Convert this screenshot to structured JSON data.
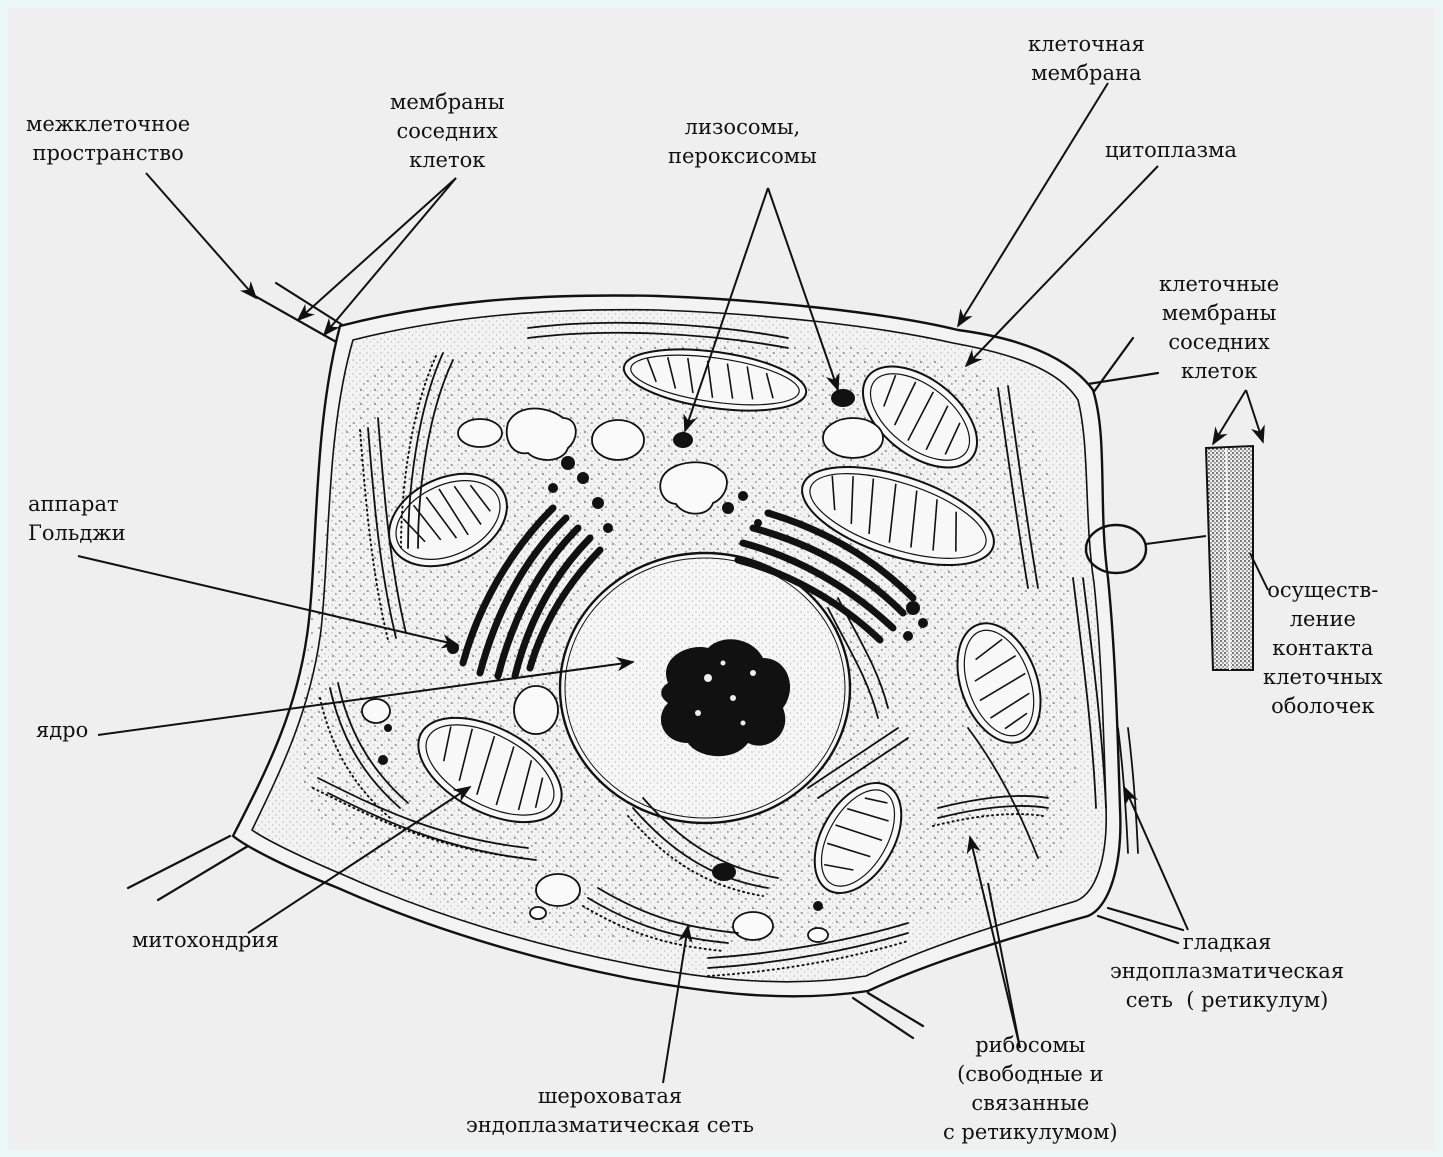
{
  "labels": {
    "intercellular_space": "межклеточное\nпространство",
    "neighbor_membranes": "мембраны\nсоседних\nклеток",
    "lysosomes": "лизосомы,\nпероксисомы",
    "cell_membrane": "клеточная\nмембрана",
    "cytoplasm": "цитоплазма",
    "neighbor_cell_membranes": "клеточные\nмембраны\nсоседних\nклеток",
    "golgi": "аппарат\nГольджи",
    "contact": "осуществ-\nление\nконтакта\nклеточных\nоболочек",
    "nucleus": "ядро",
    "mitochondria": "митохондрия",
    "smooth_er": "гладкая\nэндоплазматическая\nсеть  ( ретикулум)",
    "ribosomes": "рибосомы\n(свободные и\nсвязанные\nс ретикулумом)",
    "rough_er": "шероховатая\nэндоплазматическая сеть"
  }
}
